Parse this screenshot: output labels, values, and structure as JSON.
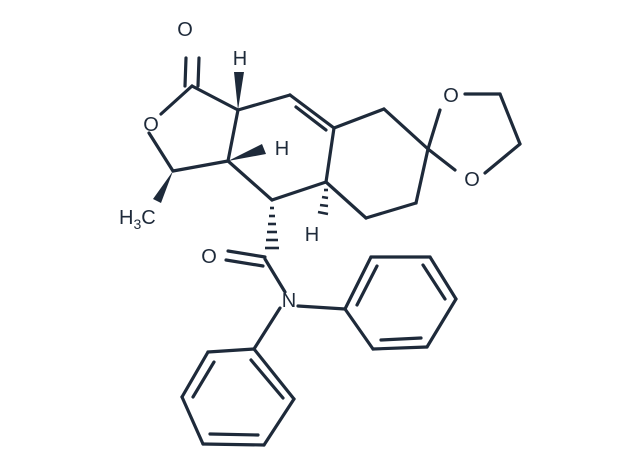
{
  "structure": {
    "atoms": {
      "carbonyl_oxygen_lactone": "O",
      "ring_oxygen_lactone": "O",
      "methyl_group": "H3C",
      "methyl_main": "H",
      "methyl_sub": "3",
      "methyl_tail": "C",
      "dioxolane_oxygen_top": "O",
      "dioxolane_oxygen_bottom": "O",
      "hydrogen_top": "H",
      "hydrogen_ring_junction": "H",
      "hydrogen_lower": "H",
      "amide_oxygen": "O",
      "amide_nitrogen": "N"
    },
    "colors": {
      "bond": "#1e2a3a",
      "background": "#ffffff"
    }
  }
}
